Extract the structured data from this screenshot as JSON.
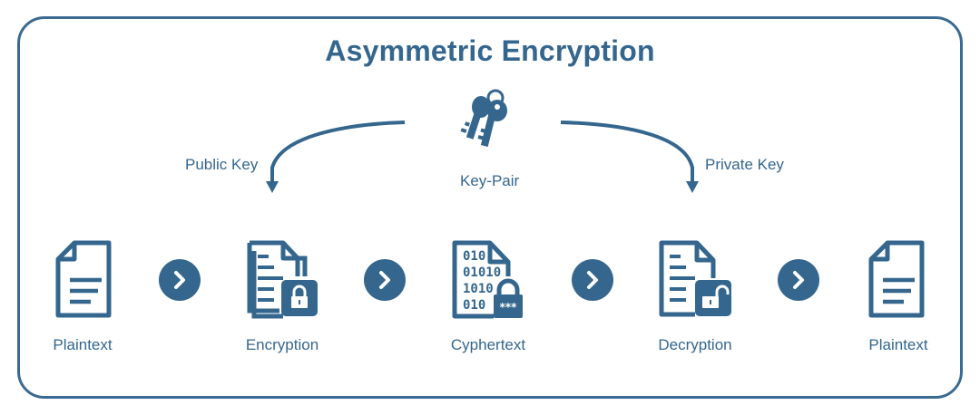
{
  "title": "Asymmetric Encryption",
  "colors": {
    "primary": "#34668e",
    "background": "#ffffff"
  },
  "keys": {
    "icon": "key-pair-icon",
    "label": "Key-Pair"
  },
  "arrows": {
    "left_label": "Public Key",
    "right_label": "Private Key"
  },
  "steps": [
    {
      "label": "Plaintext",
      "icon": "document-icon"
    },
    {
      "label": "Encryption",
      "icon": "locked-documents-icon"
    },
    {
      "label": "Cyphertext",
      "icon": "binary-document-lock-icon",
      "binary_lines": [
        "010",
        "01010",
        "1010",
        "010"
      ],
      "pin_mask": "***"
    },
    {
      "label": "Decryption",
      "icon": "unlocked-document-icon"
    },
    {
      "label": "Plaintext",
      "icon": "document-icon"
    }
  ],
  "connectors": [
    "chevron-right-icon",
    "chevron-right-icon",
    "chevron-right-icon",
    "chevron-right-icon"
  ]
}
